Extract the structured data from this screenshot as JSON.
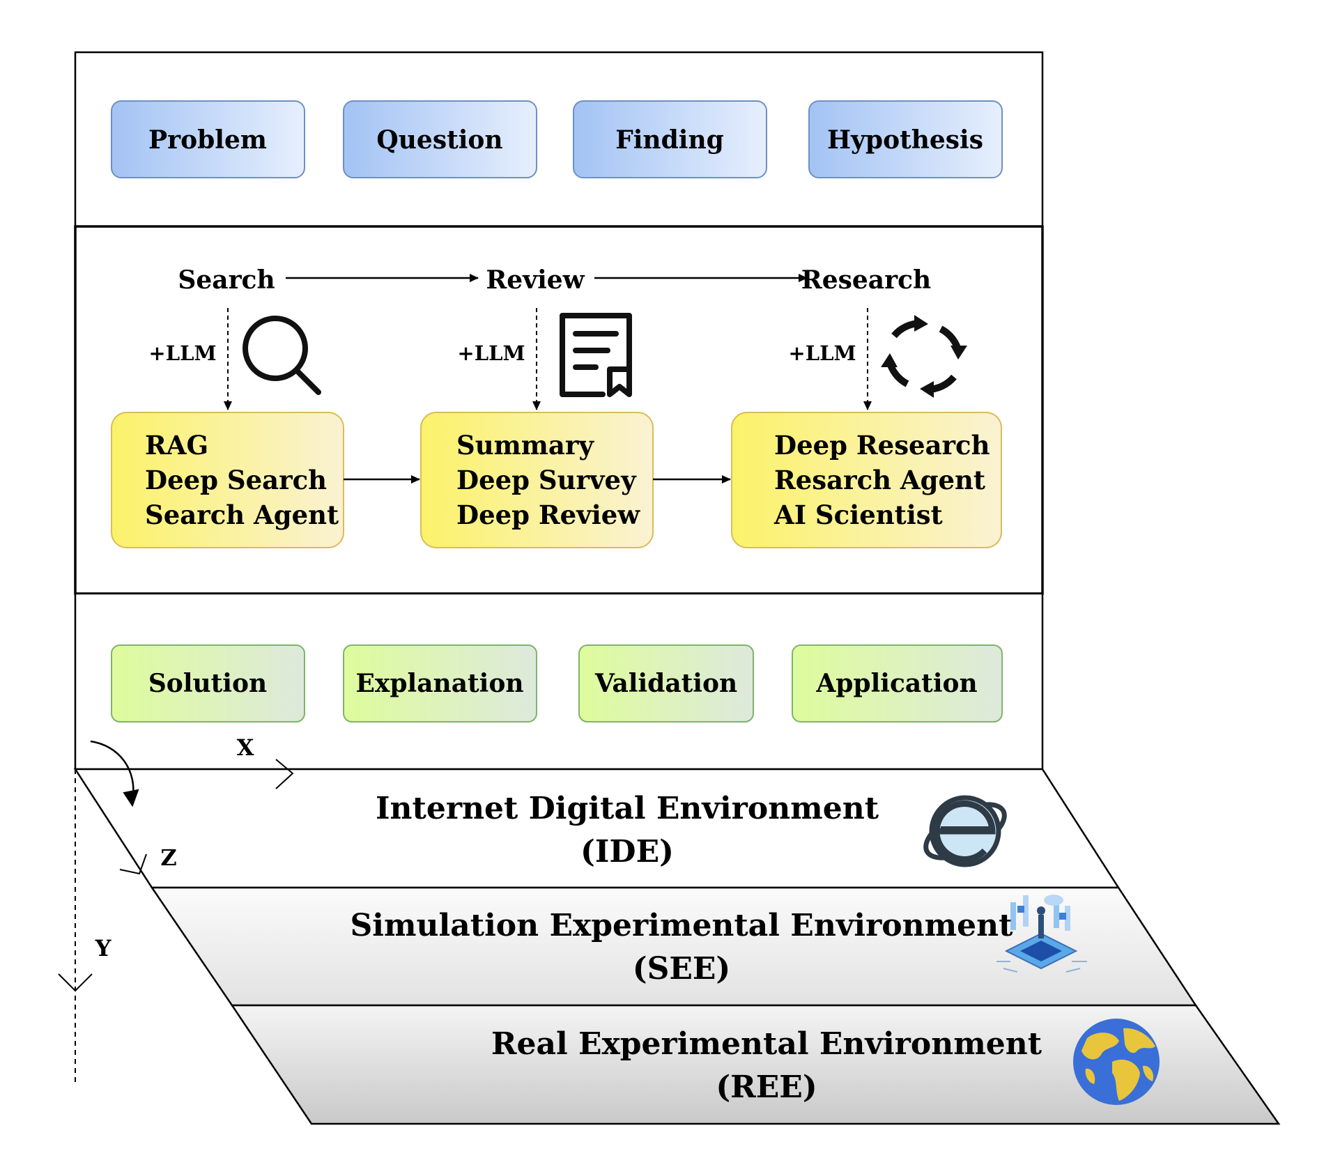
{
  "top_row": [
    "Problem",
    "Question",
    "Finding",
    "Hypothesis"
  ],
  "stages": [
    {
      "title": "Search",
      "llm": "+LLM",
      "icon": "magnifier-icon",
      "items": [
        "RAG",
        "Deep Search",
        "Search Agent"
      ]
    },
    {
      "title": "Review",
      "llm": "+LLM",
      "icon": "document-icon",
      "items": [
        "Summary",
        "Deep Survey",
        "Deep Review"
      ]
    },
    {
      "title": "Research",
      "llm": "+LLM",
      "icon": "refresh-cycle-icon",
      "items": [
        "Deep Research",
        "Resarch Agent",
        "AI Scientist"
      ]
    }
  ],
  "bottom_row": [
    "Solution",
    "Explanation",
    "Validation",
    "Application"
  ],
  "axes": {
    "x": "X",
    "y": "Y",
    "z": "Z"
  },
  "environments": [
    {
      "name": "Internet Digital Environment",
      "abbr": "(IDE)",
      "icon": "internet-explorer-icon"
    },
    {
      "name": "Simulation Experimental Environment",
      "abbr": "(SEE)",
      "icon": "simulation-chip-icon"
    },
    {
      "name": "Real Experimental Environment",
      "abbr": "(REE)",
      "icon": "globe-icon"
    }
  ],
  "colors": {
    "blue_box": "#a9c8f5",
    "yellow_box": "#f9f27a",
    "green_box": "#dff7a4",
    "globe_ocean": "#3a6fd8",
    "globe_land": "#e8c53a"
  }
}
